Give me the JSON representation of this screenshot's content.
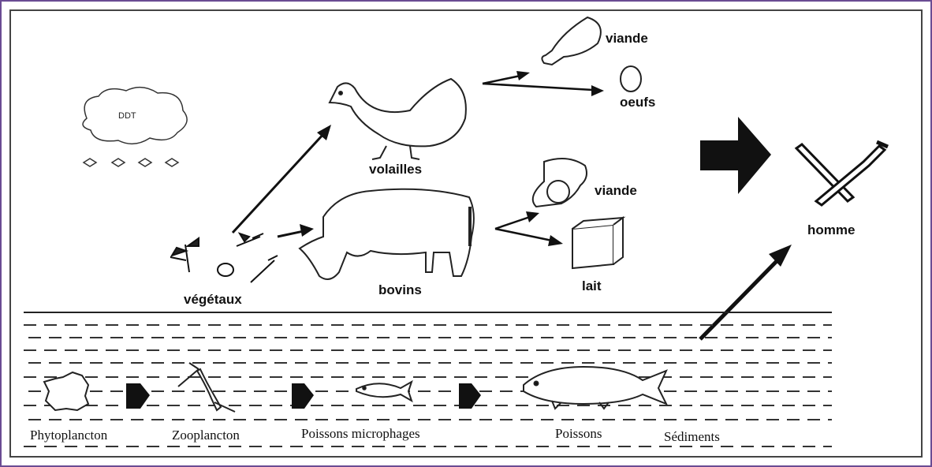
{
  "terrestrial": {
    "cloud_label": "DDT",
    "plants": "végétaux",
    "poultry": "volailles",
    "cattle": "bovins",
    "poultry_meat": "viande",
    "eggs": "oeufs",
    "beef": "viande",
    "milk": "lait",
    "human": "homme"
  },
  "aquatic": {
    "phytoplankton": "Phytoplancton",
    "zooplankton": "Zooplancton",
    "microphagous_fish": "Poissons microphages",
    "fish": "Poissons",
    "sediments": "Sédiments"
  },
  "colors": {
    "frame": "#6a4c93",
    "ink": "#111111"
  }
}
